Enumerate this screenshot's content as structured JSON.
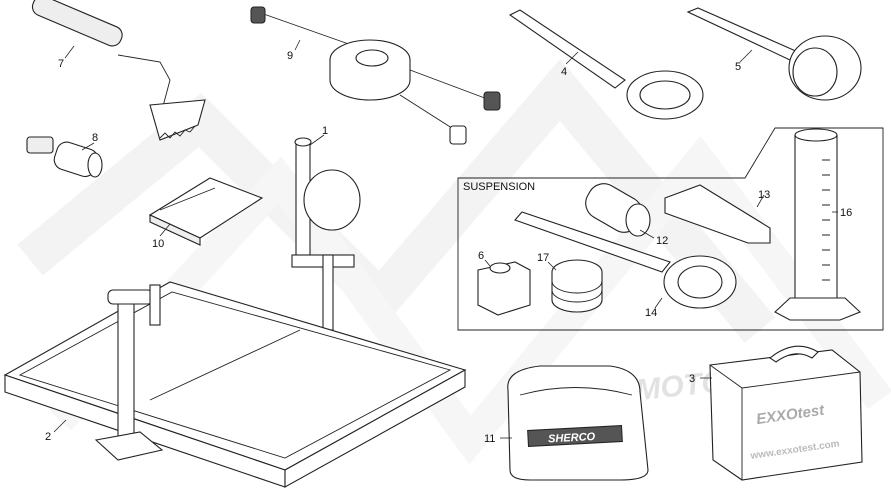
{
  "diagram": {
    "section_label": "SUSPENSION",
    "callouts": [
      "1",
      "2",
      "3",
      "4",
      "5",
      "6",
      "7",
      "8",
      "9",
      "10",
      "11",
      "12",
      "13",
      "14",
      "16",
      "17"
    ],
    "bag_brand": "SHERCO",
    "case_brand": "EXXOtest",
    "case_url": "www.exxotest.com",
    "watermark": "ATOMICMOTO.FR"
  },
  "colors": {
    "ink": "#222222",
    "watermark": "#e4e4e4",
    "background": "#ffffff"
  }
}
